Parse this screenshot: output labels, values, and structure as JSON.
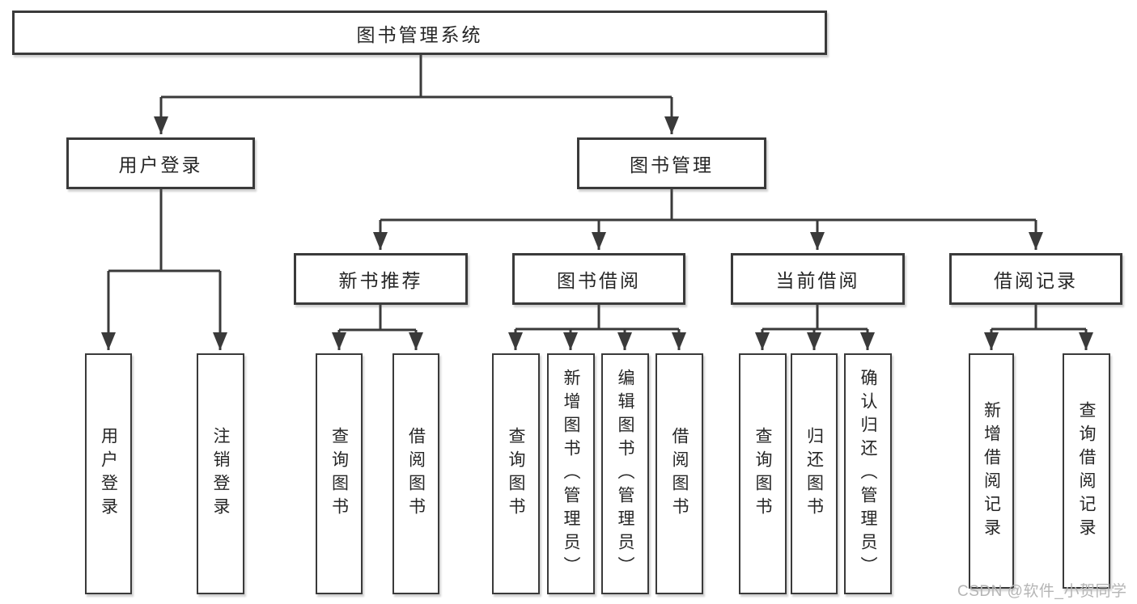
{
  "diagram": {
    "root": "图书管理系统",
    "branches": [
      {
        "label": "用户登录",
        "leaves": [
          "用户登录",
          "注销登录"
        ]
      },
      {
        "label": "图书管理",
        "groups": [
          {
            "label": "新书推荐",
            "leaves": [
              "查询图书",
              "借阅图书"
            ]
          },
          {
            "label": "图书借阅",
            "leaves": [
              "查询图书",
              "新增图书（管理员）",
              "编辑图书（管理员）",
              "借阅图书"
            ]
          },
          {
            "label": "当前借阅",
            "leaves": [
              "查询图书",
              "归还图书",
              "确认归还（管理员）"
            ]
          },
          {
            "label": "借阅记录",
            "leaves": [
              "新增借阅记录",
              "查询借阅记录"
            ]
          }
        ]
      }
    ]
  },
  "watermark": "CSDN @软件_小贺同学",
  "colors": {
    "line": "#3a3a3a",
    "text": "#262626",
    "watermark": "#b5b5b5",
    "background": "#ffffff"
  }
}
